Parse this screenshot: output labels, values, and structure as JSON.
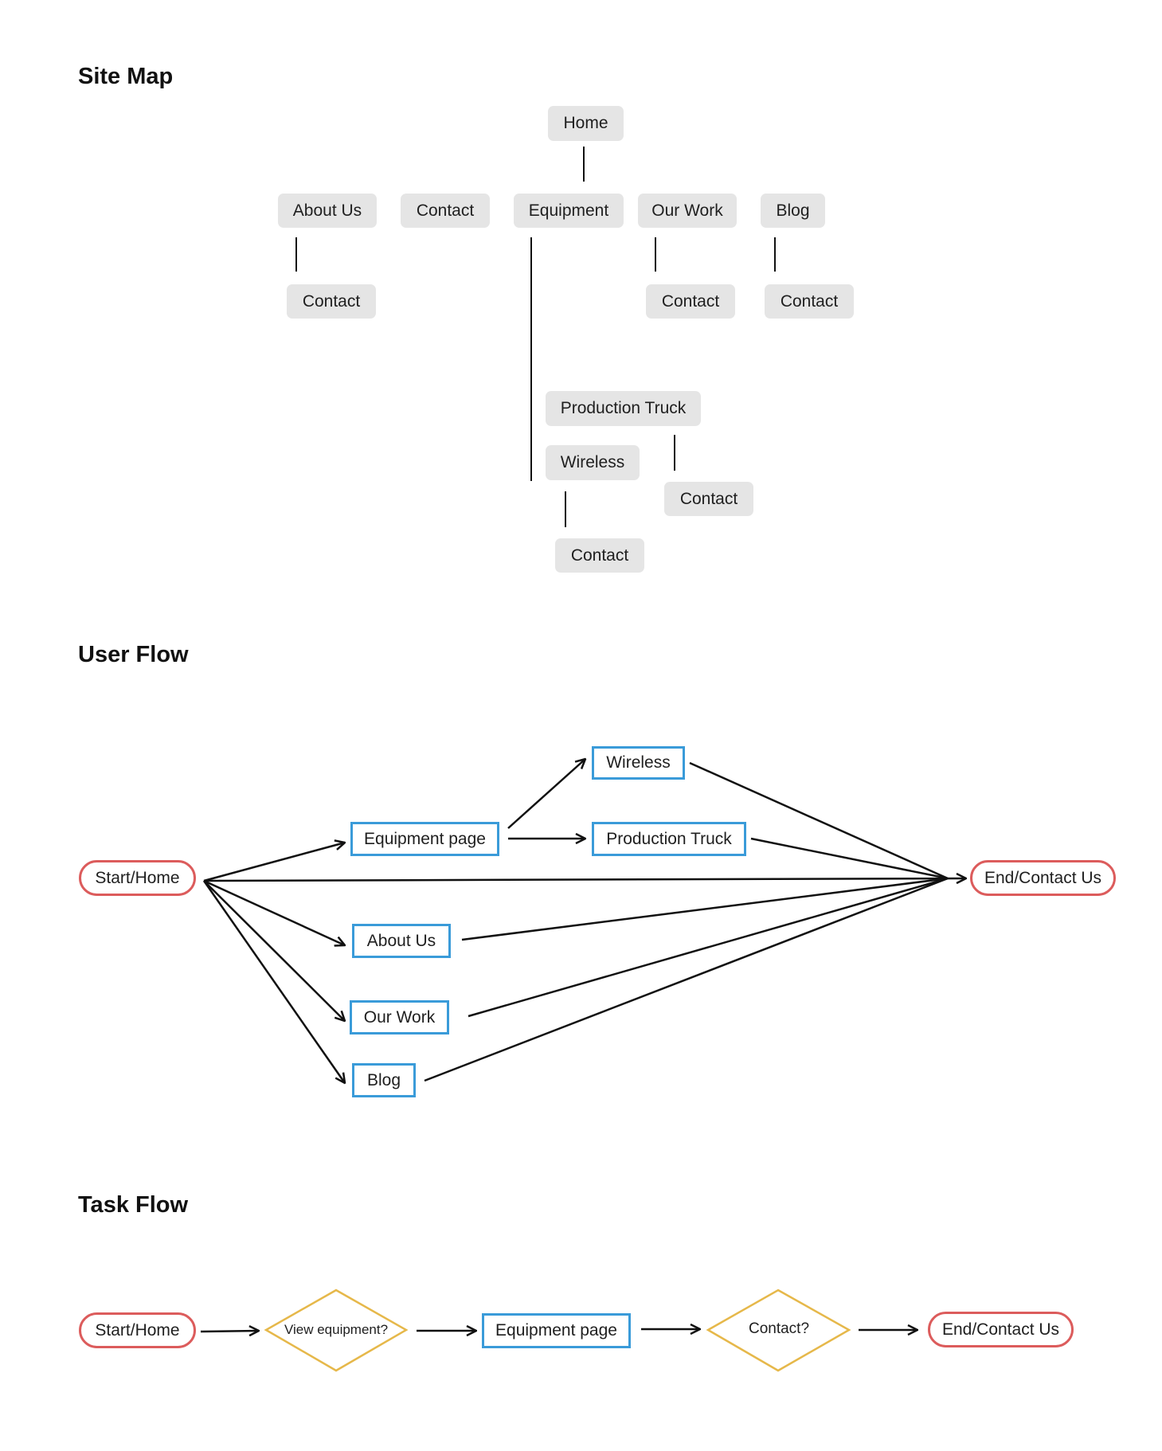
{
  "sitemap": {
    "title": "Site Map",
    "home": "Home",
    "about_us": "About Us",
    "contact": "Contact",
    "equipment": "Equipment",
    "our_work": "Our Work",
    "blog": "Blog",
    "about_contact": "Contact",
    "ourwork_contact": "Contact",
    "blog_contact": "Contact",
    "production_truck": "Production Truck",
    "wireless": "Wireless",
    "truck_contact": "Contact",
    "wireless_contact": "Contact"
  },
  "userflow": {
    "title": "User Flow",
    "start": "Start/Home",
    "equipment_page": "Equipment page",
    "wireless": "Wireless",
    "production_truck": "Production Truck",
    "about_us": "About Us",
    "our_work": "Our Work",
    "blog": "Blog",
    "end": "End/Contact Us"
  },
  "taskflow": {
    "title": "Task Flow",
    "start": "Start/Home",
    "view_equipment": "View equipment?",
    "equipment_page": "Equipment page",
    "contact": "Contact?",
    "end": "End/Contact Us"
  },
  "colors": {
    "sitemap_node_fill": "#e5e5e5",
    "page_border": "#3a9bd9",
    "terminal_border": "#dc5c5c",
    "decision_border": "#e6b84a",
    "line": "#111111"
  }
}
